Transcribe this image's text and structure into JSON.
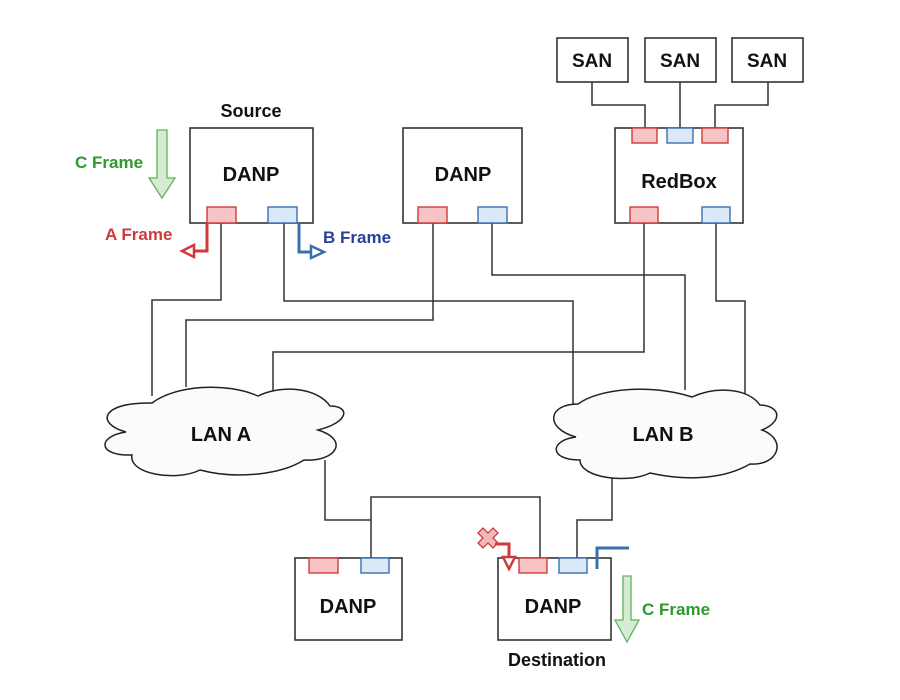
{
  "diagram": {
    "nodes": {
      "source": {
        "caption": "Source",
        "label": "DANP"
      },
      "danp_middle": {
        "label": "DANP"
      },
      "redbox": {
        "label": "RedBox"
      },
      "san_1": {
        "label": "SAN"
      },
      "san_2": {
        "label": "SAN"
      },
      "san_3": {
        "label": "SAN"
      },
      "lan_a": {
        "label": "LAN A"
      },
      "lan_b": {
        "label": "LAN B"
      },
      "danp_bottom_left": {
        "label": "DANP"
      },
      "destination": {
        "caption": "Destination",
        "label": "DANP"
      }
    },
    "frames": {
      "a_frame": {
        "label": "A Frame",
        "color": "#d03a3a"
      },
      "b_frame": {
        "label": "B Frame",
        "color": "#2a3f9a"
      },
      "c_frame_source": {
        "label": "C Frame",
        "color": "#2e9a2e"
      },
      "c_frame_destination": {
        "label": "C Frame",
        "color": "#2e9a2e"
      }
    },
    "colors": {
      "port_a_fill": "#f6c4c4",
      "port_a_stroke": "#d03a3a",
      "port_b_fill": "#dbe8f8",
      "port_b_stroke": "#3a6fb0",
      "c_arrow_fill": "#d6ecd2",
      "c_arrow_stroke": "#5fb35f",
      "discard_marker": "#f3b9b9"
    },
    "annotations": {
      "discarded_duplicate": "duplicate A frame discarded at destination"
    }
  }
}
